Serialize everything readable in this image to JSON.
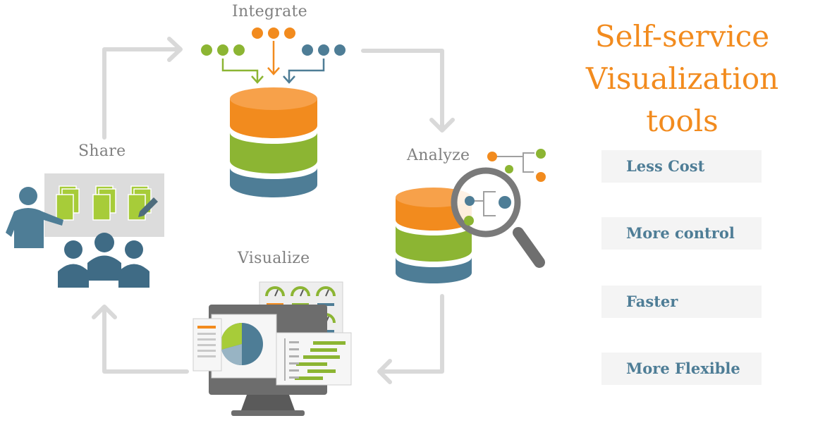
{
  "stages": {
    "integrate": "Integrate",
    "analyze": "Analyze",
    "visualize": "Visualize",
    "share": "Share"
  },
  "title": {
    "line1": "Self-service",
    "line2": "Visualization",
    "line3": "tools"
  },
  "benefits": [
    "Less Cost",
    "More control",
    "Faster",
    "More Flexible"
  ],
  "colors": {
    "orange": "#f28b1e",
    "green": "#8cb533",
    "blue": "#4e7d96",
    "gray": "#d9d9d9"
  }
}
